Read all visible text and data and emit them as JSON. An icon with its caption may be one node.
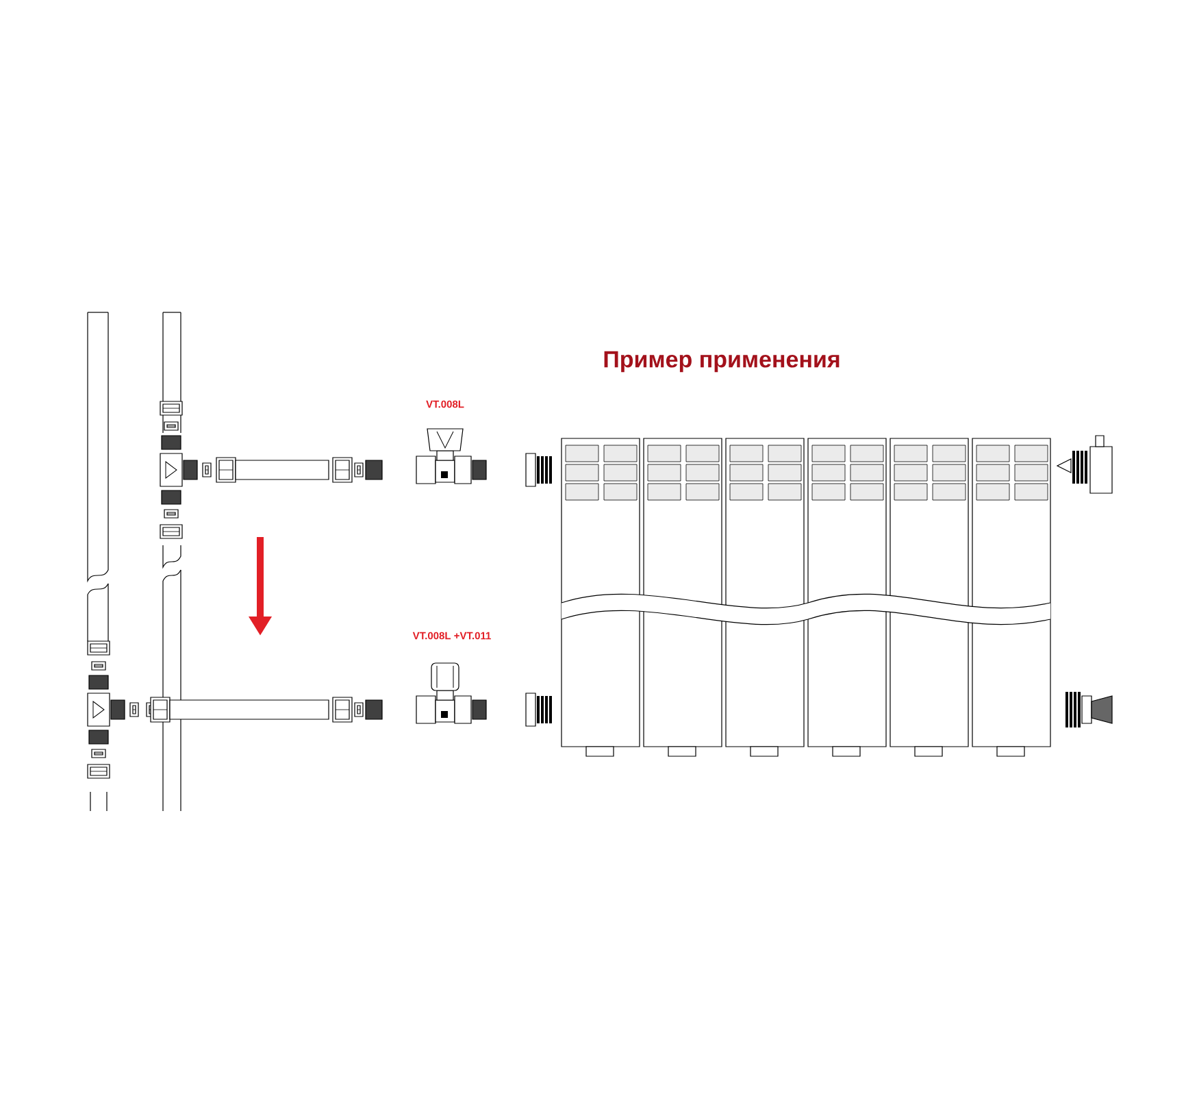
{
  "diagram": {
    "title": "Пример применения",
    "labels": [
      "VT.008L",
      "VT.008L +VT.011"
    ]
  }
}
